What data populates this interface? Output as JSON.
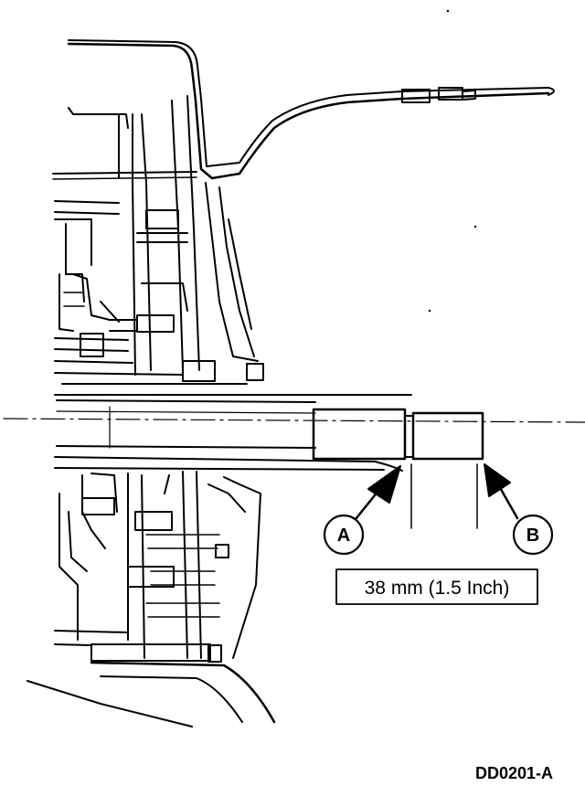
{
  "diagram": {
    "callouts": {
      "a": "A",
      "b": "B"
    },
    "dimension_label": "38 mm (1.5 Inch)",
    "figure_id": "DD0201-A"
  },
  "colors": {
    "ink": "#000000",
    "paper": "#ffffff"
  }
}
